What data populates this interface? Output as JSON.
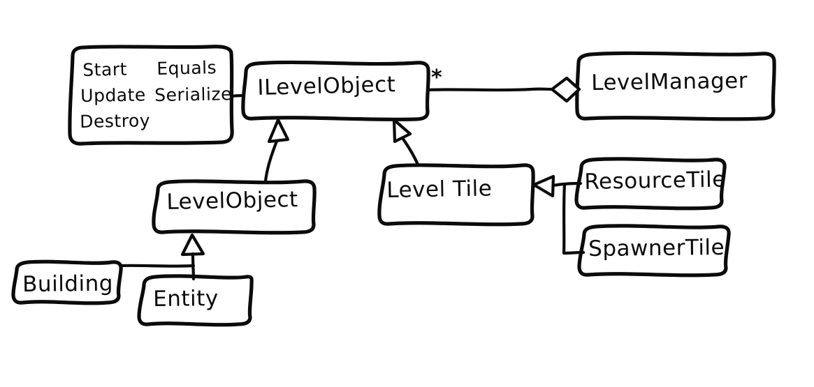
{
  "diagram": {
    "title": "UML class diagram (hand-drawn sketch)",
    "background_color": "#ffffff",
    "ink_color": "#0b0b0b",
    "classes": {
      "ilevelobject": {
        "name": "ILevelObject"
      },
      "levelmanager": {
        "name": "LevelManager"
      },
      "levelobject": {
        "name": "LevelObject"
      },
      "leveltile": {
        "name": "Level Tile"
      },
      "resourcetile": {
        "name": "ResourceTile"
      },
      "spawnertile": {
        "name": "SpawnerTile"
      },
      "building": {
        "name": "Building"
      },
      "entity": {
        "name": "Entity"
      }
    },
    "methods_note": {
      "rows": [
        {
          "left": "Start",
          "right": "Equals"
        },
        {
          "left": "Update",
          "right": "Serialize"
        },
        {
          "left": "Destroy",
          "right": ""
        }
      ]
    },
    "multiplicity": {
      "ilevelobject_to_levelmanager": "*"
    },
    "relations": [
      {
        "name": "aggregation-levelmanager-ilevelobject",
        "from": "LevelManager",
        "to": "ILevelObject",
        "type": "aggregation",
        "marker": "hollow-diamond",
        "label": "*"
      },
      {
        "name": "inheritance-levelobject-ilevelobject",
        "from": "LevelObject",
        "to": "ILevelObject",
        "type": "generalization",
        "marker": "hollow-triangle"
      },
      {
        "name": "inheritance-leveltile-ilevelobject",
        "from": "Level Tile",
        "to": "ILevelObject",
        "type": "generalization",
        "marker": "hollow-triangle"
      },
      {
        "name": "inheritance-resourcetile-leveltile",
        "from": "ResourceTile",
        "to": "Level Tile",
        "type": "generalization",
        "marker": "hollow-triangle"
      },
      {
        "name": "inheritance-spawnertile-leveltile",
        "from": "SpawnerTile",
        "to": "Level Tile",
        "type": "generalization",
        "marker": "hollow-triangle"
      },
      {
        "name": "inheritance-entity-levelobject",
        "from": "Entity",
        "to": "LevelObject",
        "type": "generalization",
        "marker": "hollow-triangle"
      },
      {
        "name": "inheritance-building-levelobject",
        "from": "Building",
        "to": "LevelObject",
        "type": "generalization",
        "marker": "hollow-triangle"
      },
      {
        "name": "note-link-methods-ilevelobject",
        "from": "methods note",
        "to": "ILevelObject",
        "type": "note-link",
        "marker": "none"
      }
    ]
  }
}
